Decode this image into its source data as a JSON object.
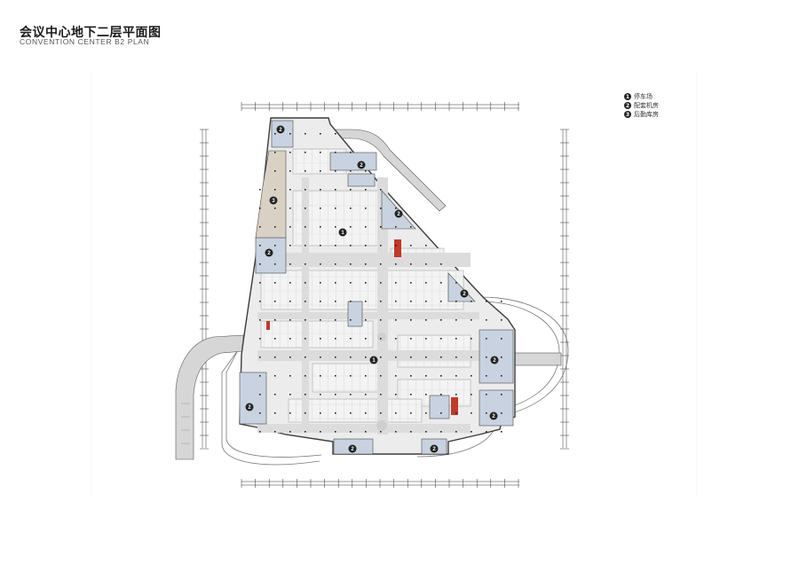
{
  "title": {
    "zh": "会议中心地下二层平面图",
    "en": "CONVENTION CENTER B2 PLAN"
  },
  "legend": [
    {
      "num": "1",
      "label": "停车场"
    },
    {
      "num": "2",
      "label": "配套机房"
    },
    {
      "num": "3",
      "label": "后勤库房"
    }
  ],
  "plan_labels": {
    "parking_main": "1",
    "parking_center": "1",
    "room_top_left": "2",
    "storage_left": "3",
    "room_left_mid": "2",
    "room_upper_right": "2",
    "room_upper_right_small": "2",
    "room_right_mid": "2",
    "room_right_low": "2",
    "room_left_low": "2",
    "room_bottom_left": "2",
    "room_bottom_right": "2",
    "room_top_right_small": "2"
  },
  "colors": {
    "room_blue": "#c9d2e0",
    "storage_beige": "#d9d2c4",
    "floor_grey": "#ececec",
    "wall": "#4a4a4a",
    "accent_red": "#c0392b"
  }
}
